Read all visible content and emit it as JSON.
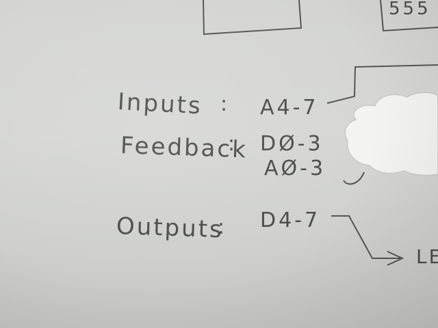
{
  "sketch": {
    "inputs": {
      "label": "Inputs",
      "colon": ":",
      "value": "A4-7"
    },
    "feedback": {
      "label": "Feedback",
      "colon": ":",
      "value_line_1": "DØ-3",
      "value_line_2": "AØ-3"
    },
    "outputs": {
      "label": "Outputs",
      "colon": ":",
      "value": "D4-7"
    },
    "top_box_text": "555",
    "arrow_target_text": "LE"
  },
  "colors": {
    "paper": "#d4d5d3",
    "pencil": "#4b4b4b",
    "cutout": "#f3f3f1"
  }
}
